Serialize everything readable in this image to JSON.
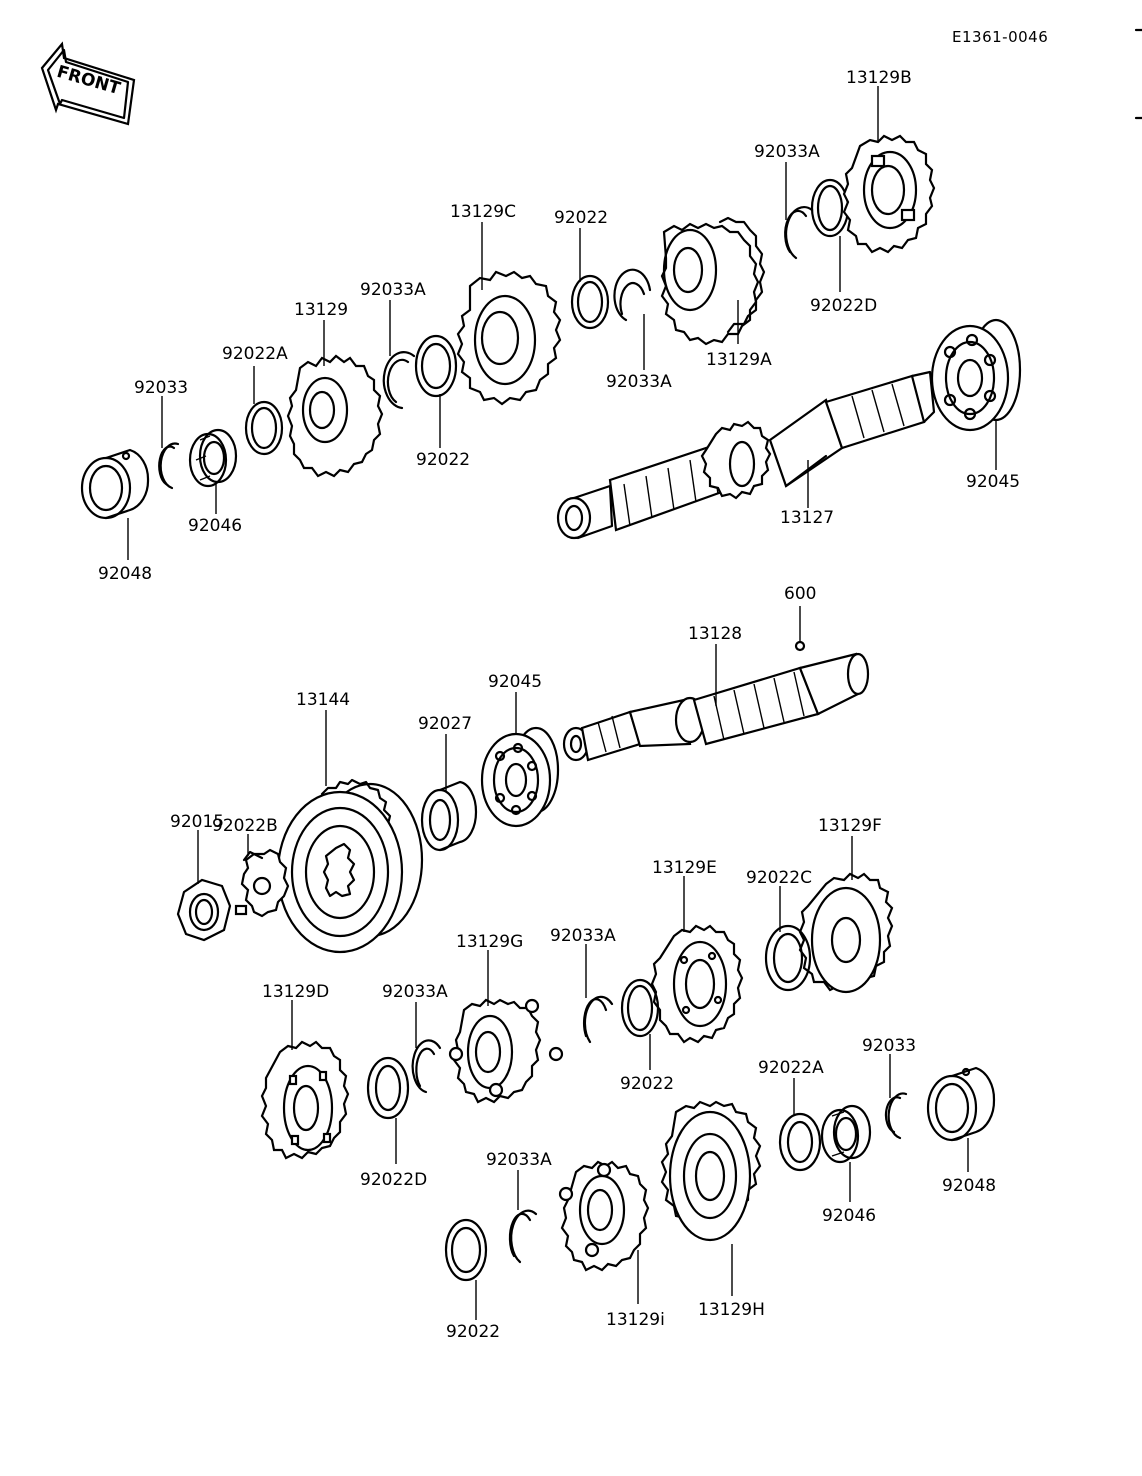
{
  "diagram_code": "E1361-0046",
  "front_label": "FRONT",
  "labels": {
    "p13129B": "13129B",
    "p92033A_a": "92033A",
    "p13129C": "13129C",
    "p92022_a": "92022",
    "p92033A_b": "92033A",
    "p13129": "13129",
    "p92022A_a": "92022A",
    "p92033_a": "92033",
    "p92022D_a": "92022D",
    "p13129A": "13129A",
    "p92033A_c": "92033A",
    "p92022_b": "92022",
    "p92046_a": "92046",
    "p92048_a": "92048",
    "p13127": "13127",
    "p92045_a": "92045",
    "p600": "600",
    "p13128": "13128",
    "p92045_b": "92045",
    "p13144": "13144",
    "p92027": "92027",
    "p92022B": "92022B",
    "p92015": "92015",
    "p13129F": "13129F",
    "p13129E": "13129E",
    "p92022C": "92022C",
    "p92033A_d": "92033A",
    "p13129G": "13129G",
    "p13129D": "13129D",
    "p92033A_e": "92033A",
    "p92022_c": "92022",
    "p92022A_b": "92022A",
    "p92033_b": "92033",
    "p92022D_b": "92022D",
    "p92033A_f": "92033A",
    "p92048_b": "92048",
    "p92046_b": "92046",
    "p92022_d": "92022",
    "p13129i": "13129i",
    "p13129H": "13129H"
  }
}
